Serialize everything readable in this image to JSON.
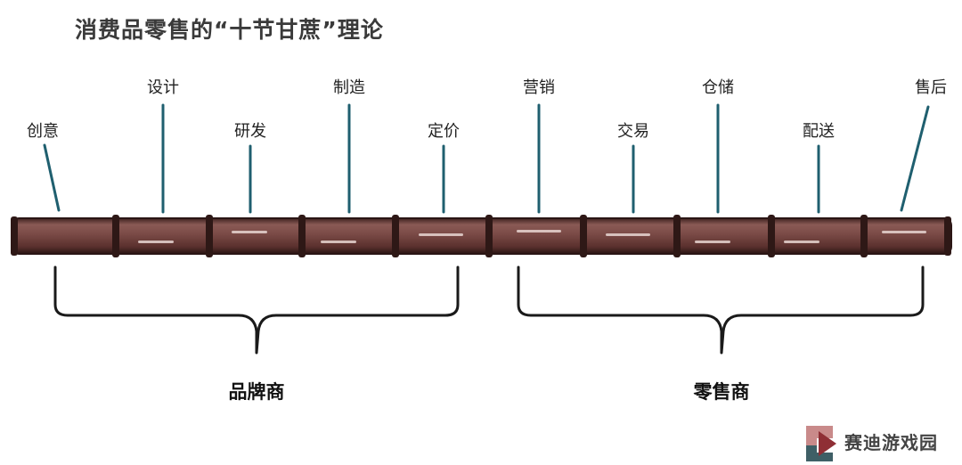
{
  "title": "消费品零售的“十节甘蔗”理论",
  "stages": [
    {
      "label": "创意",
      "row": "low"
    },
    {
      "label": "设计",
      "row": "high"
    },
    {
      "label": "研发",
      "row": "low"
    },
    {
      "label": "制造",
      "row": "high"
    },
    {
      "label": "定价",
      "row": "low"
    },
    {
      "label": "营销",
      "row": "high"
    },
    {
      "label": "交易",
      "row": "low"
    },
    {
      "label": "仓储",
      "row": "high"
    },
    {
      "label": "配送",
      "row": "low"
    },
    {
      "label": "售后",
      "row": "high"
    }
  ],
  "groups": [
    {
      "label": "品牌商"
    },
    {
      "label": "零售商"
    }
  ],
  "watermark": "赛迪游戏园",
  "colors": {
    "cane": "#6b3f3b",
    "cane_dark": "#3d2220",
    "pointer": "#1f5f6f",
    "bracket": "#1a1a1a"
  }
}
